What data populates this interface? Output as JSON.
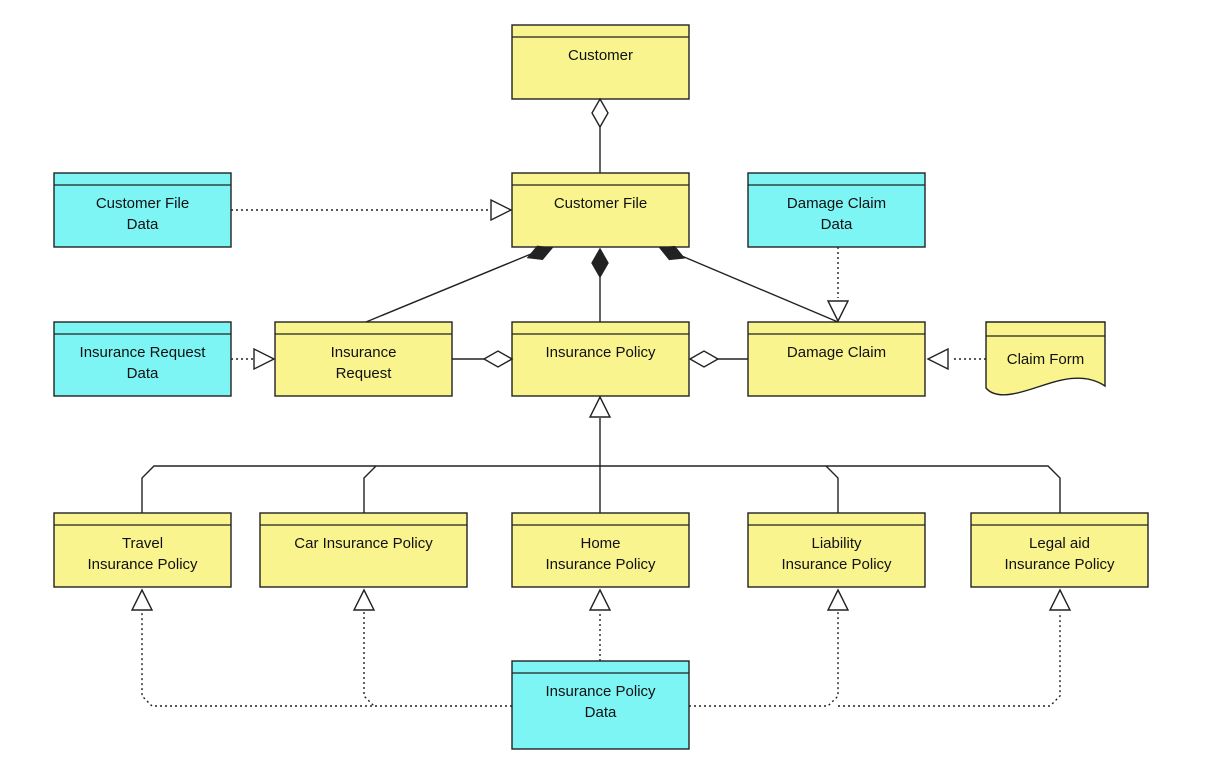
{
  "colors": {
    "business_object": "#f9f48e",
    "data_object": "#7df5f5",
    "stroke": "#222222",
    "background": "#ffffff"
  },
  "elements": {
    "customer": {
      "lines": [
        "Customer"
      ],
      "kind": "business_object"
    },
    "customer_file": {
      "lines": [
        "Customer File"
      ],
      "kind": "business_object"
    },
    "customer_file_data": {
      "lines": [
        "Customer File",
        "Data"
      ],
      "kind": "data_object"
    },
    "damage_claim_data": {
      "lines": [
        "Damage Claim",
        "Data"
      ],
      "kind": "data_object"
    },
    "insurance_request_data": {
      "lines": [
        "Insurance Request",
        "Data"
      ],
      "kind": "data_object"
    },
    "insurance_request": {
      "lines": [
        "Insurance",
        "Request"
      ],
      "kind": "business_object"
    },
    "insurance_policy": {
      "lines": [
        "Insurance Policy"
      ],
      "kind": "business_object"
    },
    "damage_claim": {
      "lines": [
        "Damage Claim"
      ],
      "kind": "business_object"
    },
    "claim_form": {
      "lines": [
        "Claim Form"
      ],
      "kind": "representation"
    },
    "travel_insurance_policy": {
      "lines": [
        "Travel",
        "Insurance Policy"
      ],
      "kind": "business_object"
    },
    "car_insurance_policy": {
      "lines": [
        "Car Insurance Policy"
      ],
      "kind": "business_object"
    },
    "home_insurance_policy": {
      "lines": [
        "Home",
        "Insurance Policy"
      ],
      "kind": "business_object"
    },
    "liability_insurance_policy": {
      "lines": [
        "Liability",
        "Insurance Policy"
      ],
      "kind": "business_object"
    },
    "legal_aid_insurance_policy": {
      "lines": [
        "Legal aid",
        "Insurance Policy"
      ],
      "kind": "business_object"
    },
    "insurance_policy_data": {
      "lines": [
        "Insurance Policy",
        "Data"
      ],
      "kind": "data_object"
    }
  },
  "relations": [
    {
      "from": "customer_file",
      "to": "customer",
      "type": "aggregation"
    },
    {
      "from": "customer_file_data",
      "to": "customer_file",
      "type": "realization"
    },
    {
      "from": "insurance_request",
      "to": "customer_file",
      "type": "composition"
    },
    {
      "from": "insurance_policy",
      "to": "customer_file",
      "type": "composition"
    },
    {
      "from": "damage_claim",
      "to": "customer_file",
      "type": "composition"
    },
    {
      "from": "damage_claim_data",
      "to": "damage_claim",
      "type": "realization"
    },
    {
      "from": "insurance_request_data",
      "to": "insurance_request",
      "type": "realization"
    },
    {
      "from": "insurance_request",
      "to": "insurance_policy",
      "type": "aggregation"
    },
    {
      "from": "damage_claim",
      "to": "insurance_policy",
      "type": "aggregation"
    },
    {
      "from": "claim_form",
      "to": "damage_claim",
      "type": "realization"
    },
    {
      "from": "travel_insurance_policy",
      "to": "insurance_policy",
      "type": "specialization"
    },
    {
      "from": "car_insurance_policy",
      "to": "insurance_policy",
      "type": "specialization"
    },
    {
      "from": "home_insurance_policy",
      "to": "insurance_policy",
      "type": "specialization"
    },
    {
      "from": "liability_insurance_policy",
      "to": "insurance_policy",
      "type": "specialization"
    },
    {
      "from": "legal_aid_insurance_policy",
      "to": "insurance_policy",
      "type": "specialization"
    },
    {
      "from": "insurance_policy_data",
      "to": "travel_insurance_policy",
      "type": "realization"
    },
    {
      "from": "insurance_policy_data",
      "to": "car_insurance_policy",
      "type": "realization"
    },
    {
      "from": "insurance_policy_data",
      "to": "home_insurance_policy",
      "type": "realization"
    },
    {
      "from": "insurance_policy_data",
      "to": "liability_insurance_policy",
      "type": "realization"
    },
    {
      "from": "insurance_policy_data",
      "to": "legal_aid_insurance_policy",
      "type": "realization"
    }
  ]
}
